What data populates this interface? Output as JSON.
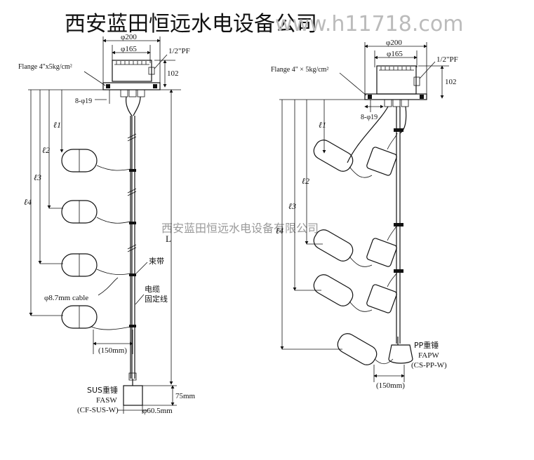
{
  "watermark": {
    "company_top": "西安蓝田恒远水电设备公司",
    "url": "www.h11718.com",
    "company_middle": "西安蓝田恒远水电设备有限公司"
  },
  "left": {
    "dim_200": "φ200",
    "dim_165": "φ165",
    "port": "1/2\"PF",
    "height": "102",
    "flange": "Flange 4\"x5kg/cm²",
    "holes": "8-φ19",
    "l1": "ℓ1",
    "l2": "ℓ2",
    "l3": "ℓ3",
    "l4": "ℓ4",
    "L": "L",
    "band": "束带",
    "cable": "φ8.7mm cable",
    "cable_fix_1": "电缆",
    "cable_fix_2": "固定线",
    "spacing": "(150mm)",
    "weight_name": "SUS重锤",
    "weight_code": "FASW",
    "weight_model": "(CF-SUS-W)",
    "weight_height": "75mm",
    "weight_dia": "φ60.5mm"
  },
  "right": {
    "dim_200": "φ200",
    "dim_165": "φ165",
    "port": "1/2\"PF",
    "height": "102",
    "flange": "Flange 4\" × 5kg/cm²",
    "holes": "8-φ19",
    "l1": "ℓ1",
    "l2": "ℓ2",
    "l3": "ℓ3",
    "l4": "ℓ4",
    "weight_name": "PP重锤",
    "weight_code": "FAPW",
    "weight_model": "(CS-PP-W)",
    "spacing": "(150mm)"
  }
}
